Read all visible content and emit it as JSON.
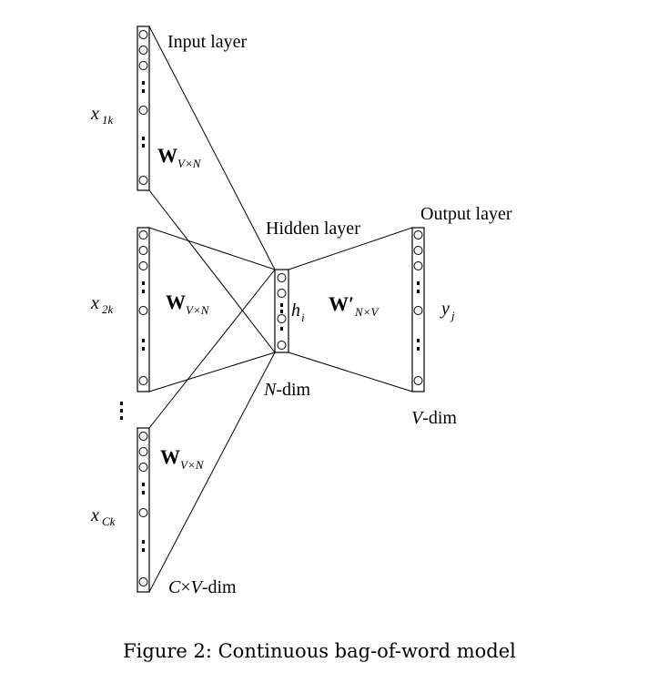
{
  "labels": {
    "input_layer": "Input layer",
    "hidden_layer": "Hidden layer",
    "output_layer": "Output layer",
    "x1_base": "x",
    "x1_sub": "1k",
    "x2_base": "x",
    "x2_sub": "2k",
    "xc_base": "x",
    "xc_sub": "Ck",
    "w_base": "W",
    "w_sub": "V×N",
    "wp_base": "W′",
    "wp_sub": "N×V",
    "h_base": "h",
    "h_sub": "i",
    "y_base": "y",
    "y_sub": "j",
    "n_var": "N",
    "n_rest": "-dim",
    "v_var": "V",
    "v_rest": "-dim",
    "cv_c": "C",
    "cv_times": "×",
    "cv_v": "V",
    "cv_rest": "-dim"
  },
  "caption": "Figure 2: Continuous bag-of-word model"
}
